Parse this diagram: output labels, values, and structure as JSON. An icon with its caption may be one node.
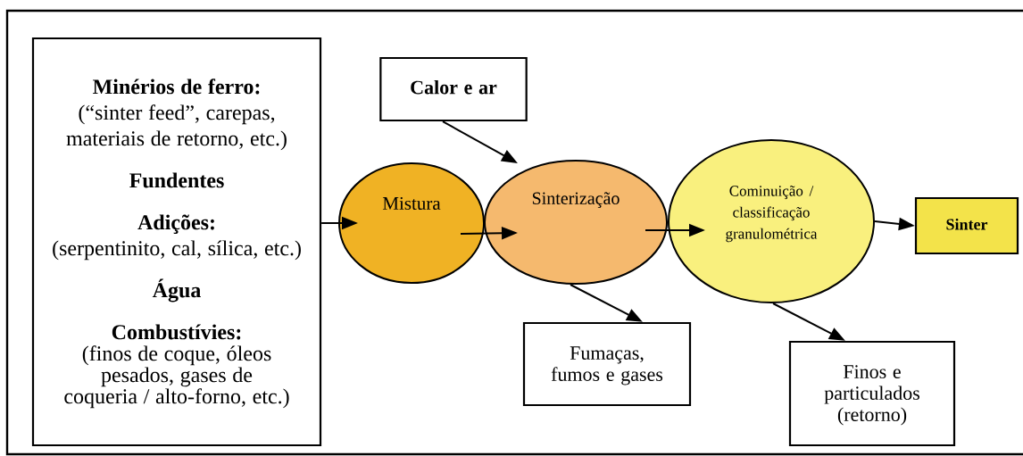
{
  "diagram": {
    "nodes": [
      {
        "text": [
          "Minérios de ferro:",
          "(“sinter feed”, carepas, materiais de retorno, etc.)",
          "Fundentes",
          "Adições:",
          "(serpentinito, cal, sílica, etc.)",
          "Água",
          "Combustívies:",
          "(finos de coque, óleos pesados, gases de coqueria / alto-forno, etc.)"
        ]
      },
      {
        "text": [
          "Calor e ar"
        ]
      },
      {
        "text": [
          "Mistura"
        ]
      },
      {
        "text": [
          "Sinterização"
        ]
      },
      {
        "text": [
          "Cominuição / classificação granulométrica"
        ]
      },
      {
        "text": [
          "Sinter"
        ]
      },
      {
        "text": [
          "Fumaças, fumos e gases"
        ]
      },
      {
        "text": [
          "Finos e particulados (retorno)"
        ]
      }
    ],
    "edges": [
      {
        "from": 0,
        "to": 2,
        "arrow": "to"
      },
      {
        "from": 1,
        "to": 3,
        "arrow": "to"
      },
      {
        "from": 2,
        "to": 3,
        "arrow": "to"
      },
      {
        "from": 3,
        "to": 4,
        "arrow": "to"
      },
      {
        "from": 4,
        "to": 5,
        "arrow": "to"
      },
      {
        "from": 3,
        "to": 6,
        "arrow": "to"
      },
      {
        "from": 4,
        "to": 7,
        "arrow": "to"
      }
    ]
  }
}
